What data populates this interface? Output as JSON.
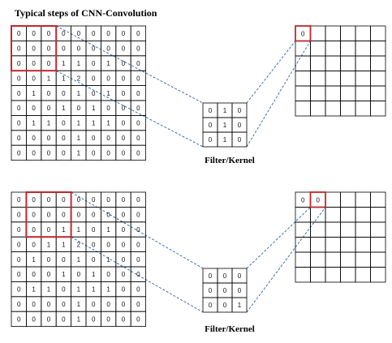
{
  "title": "Typical steps of CNN-Convolution",
  "colors": {
    "grid": "#000000",
    "highlight": "#c0282d",
    "connector": "#2e5fa3"
  },
  "panels": [
    {
      "input": [
        [
          "0",
          "0",
          "0",
          "0",
          "0",
          "0",
          "0",
          "0",
          "0"
        ],
        [
          "0",
          "0",
          "0",
          "0",
          "0",
          "0",
          "0",
          "0",
          "0"
        ],
        [
          "0",
          "0",
          "0",
          "1",
          "1",
          "0",
          "1",
          "0",
          "0"
        ],
        [
          "0",
          "0",
          "1",
          "1",
          "2",
          "0",
          "0",
          "0",
          "0"
        ],
        [
          "0",
          "1",
          "0",
          "0",
          "1",
          "0",
          "1",
          "0",
          "0"
        ],
        [
          "0",
          "0",
          "0",
          "1",
          "0",
          "1",
          "0",
          "0",
          "0"
        ],
        [
          "0",
          "1",
          "1",
          "0",
          "1",
          "1",
          "1",
          "0",
          "0"
        ],
        [
          "0",
          "0",
          "0",
          "0",
          "1",
          "0",
          "0",
          "0",
          "0"
        ],
        [
          "0",
          "0",
          "0",
          "0",
          "1",
          "0",
          "0",
          "0",
          "0"
        ]
      ],
      "kernel": [
        [
          "0",
          "1",
          "0"
        ],
        [
          "0",
          "1",
          "0"
        ],
        [
          "0",
          "1",
          "0"
        ]
      ],
      "kernel_label": "Filter/Kernel",
      "output_values": [
        "0"
      ]
    },
    {
      "input": [
        [
          "0",
          "0",
          "0",
          "0",
          "0",
          "0",
          "0",
          "0",
          "0"
        ],
        [
          "0",
          "0",
          "0",
          "0",
          "0",
          "0",
          "0",
          "0",
          "0"
        ],
        [
          "0",
          "0",
          "0",
          "1",
          "1",
          "0",
          "1",
          "0",
          "0"
        ],
        [
          "0",
          "0",
          "1",
          "1",
          "2",
          "0",
          "0",
          "0",
          "0"
        ],
        [
          "0",
          "1",
          "0",
          "0",
          "1",
          "0",
          "1",
          "0",
          "0"
        ],
        [
          "0",
          "0",
          "0",
          "1",
          "0",
          "1",
          "0",
          "0",
          "0"
        ],
        [
          "0",
          "1",
          "1",
          "0",
          "1",
          "1",
          "1",
          "0",
          "0"
        ],
        [
          "0",
          "0",
          "0",
          "0",
          "1",
          "0",
          "0",
          "0",
          "0"
        ],
        [
          "0",
          "0",
          "0",
          "0",
          "1",
          "0",
          "0",
          "0",
          "0"
        ]
      ],
      "kernel": [
        [
          "0",
          "0",
          "0"
        ],
        [
          "0",
          "0",
          "0"
        ],
        [
          "0",
          "0",
          "1"
        ]
      ],
      "kernel_label": "Filter/Kernel",
      "output_values": [
        "0",
        "0"
      ]
    }
  ]
}
